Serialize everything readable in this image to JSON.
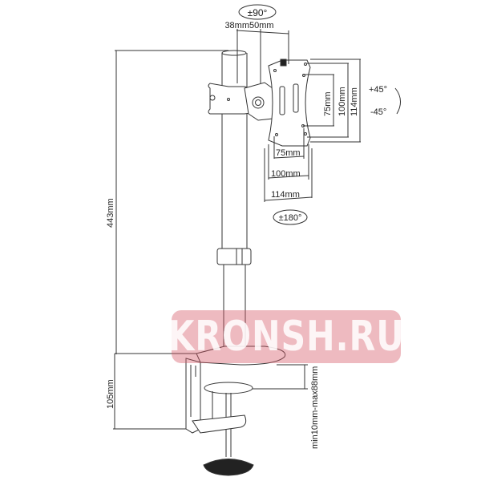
{
  "diagram": {
    "subject": "Desk monitor mount with clamp - dimensions",
    "dimensions": {
      "pole_height": "443mm",
      "clamp_height": "105mm",
      "clamp_range": "min10mm-max88mm",
      "offset_1": "38mm",
      "offset_2": "50mm",
      "vesa_v_small": "75mm",
      "vesa_v_medium": "100mm",
      "vesa_v_outer": "114mm",
      "vesa_h_small": "75mm",
      "vesa_h_medium": "100mm",
      "vesa_h_outer": "114mm"
    },
    "rotations": {
      "swivel": "±90°",
      "rotate": "±180°",
      "tilt_up": "+45°",
      "tilt_down": "-45°"
    }
  },
  "watermark": {
    "text": "KRONSH.RU",
    "color": "#d65a69"
  }
}
